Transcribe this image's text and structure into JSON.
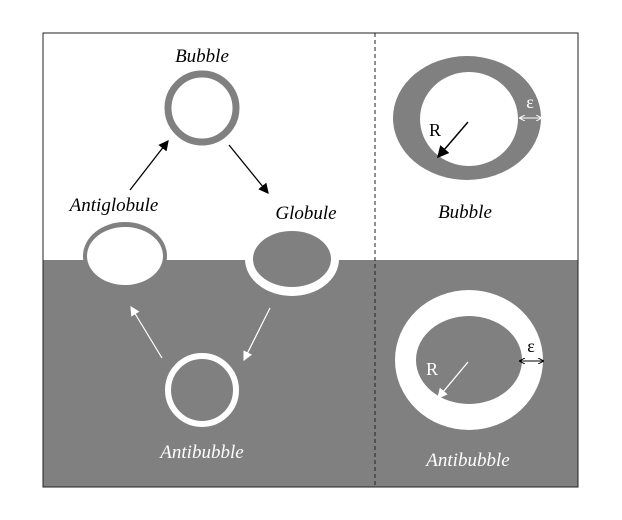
{
  "colors": {
    "liquid": "#808080",
    "air": "#ffffff",
    "ink": "#000000"
  },
  "cycle": {
    "bubble": "Bubble",
    "antiglobule": "Antiglobule",
    "globule": "Globule",
    "antibubble": "Antibubble"
  },
  "detail": {
    "bubble": {
      "label": "Bubble",
      "radius_symbol": "R",
      "thickness_symbol": "ε"
    },
    "antibubble": {
      "label": "Antibubble",
      "radius_symbol": "R",
      "thickness_symbol": "ε"
    }
  }
}
